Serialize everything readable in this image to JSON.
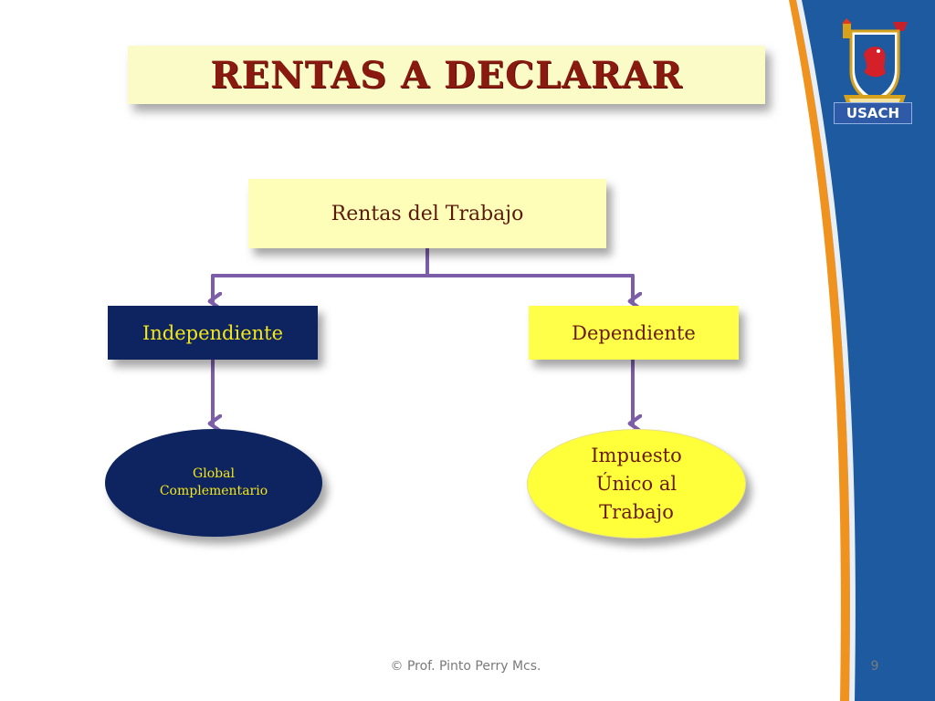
{
  "title": "RENTAS A DECLARAR",
  "diagram": {
    "root": "Rentas del Trabajo",
    "branches": [
      {
        "label": "Independiente",
        "result_lines": [
          "Global",
          "Complementario"
        ]
      },
      {
        "label": "Dependiente",
        "result_lines": [
          "Impuesto",
          "Único al",
          "Trabajo"
        ]
      }
    ]
  },
  "branding": {
    "logo_label": "USACH"
  },
  "footer": {
    "credit": "© Prof. Pinto Perry Mcs.",
    "page": "9"
  },
  "colors": {
    "navy": "#0d2460",
    "yellow": "#ffff4a",
    "pale_yellow": "#fefeb8",
    "title_red": "#8a1a10",
    "arrow_purple": "#7b5ea7",
    "band_blue": "#1e5aa0",
    "band_orange": "#f0931e"
  }
}
